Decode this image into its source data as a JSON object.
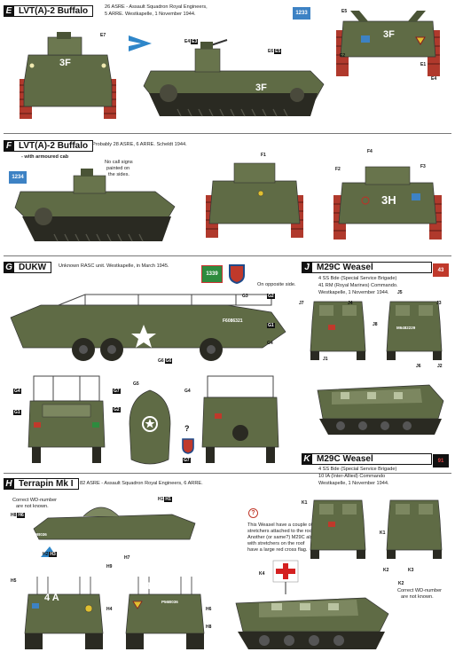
{
  "colors": {
    "olive": "#5f6b45",
    "olive_dark": "#424b2e",
    "olive_light": "#7c8760",
    "track": "#2a2a22",
    "track_red": "#b0392c",
    "badge_blue": "#3d82c4",
    "callout": "#111111"
  },
  "sections": {
    "e": {
      "letter": "E",
      "title": "LVT(A)-2 Buffalo",
      "caption1": "26 ASRE - Assault Squadron Royal Engineers,",
      "caption2": "5 ARRE. Westkapelle, 1 November 1944.",
      "hull_code": "3F",
      "sign": "1233",
      "callouts": {
        "e7": "E7",
        "e4": "E4",
        "e3": "E3",
        "e6": "E6",
        "e5": "E5",
        "e2": "E2",
        "e1": "E1",
        "ea": "E4"
      }
    },
    "f": {
      "letter": "F",
      "title": "LVT(A)-2 Buffalo",
      "caption1": "Probably 28 ASRE, 6 ARRE. Scheldt 1944.",
      "subtitle": "- with armoured cab",
      "note1": "No call signs",
      "note2": "painted on",
      "note3": "the sides.",
      "hull_code": "3H",
      "sign": "1234",
      "callouts": {
        "f1": "F1",
        "f2": "F2",
        "f3": "F3",
        "f4": "F4"
      }
    },
    "g": {
      "letter": "G",
      "title": "DUKW",
      "caption1": "Unknown RASC unit. Westkapelle, in March 1945.",
      "sign": "1339",
      "note": "On opposite side.",
      "serial": "F6086321",
      "callouts": {
        "g1": "G1",
        "g2": "G2",
        "g3": "G3",
        "g4": "G4",
        "g5": "G5",
        "g6": "G6",
        "g7": "G7",
        "q": "?"
      }
    },
    "j": {
      "letter": "J",
      "title": "M29C Weasel",
      "caption1": "4 SS Bde (Special Service Brigade)",
      "caption2": "41 RM (Royal Marines) Commando.",
      "caption3": "Westkapelle, 1 November 1944.",
      "sign": "43",
      "serial": "M6482229",
      "callouts": {
        "j1": "J1",
        "j2": "J2",
        "j3": "J3",
        "j4": "J4",
        "j5": "J5",
        "j6": "J6",
        "j7": "J7",
        "j8": "J8"
      }
    },
    "h": {
      "letter": "H",
      "title": "Terrapin Mk I",
      "caption1": "82 ASRE - Assault Squadron Royal Engineers, 6 ARRE.",
      "note1": "Correct WD-number",
      "note2": "are not known.",
      "hull_code": "4 A",
      "serial": "P56B036",
      "callouts": {
        "h1": "H1",
        "h2": "H2",
        "h3": "H3",
        "h4": "H4",
        "h5": "H5",
        "h6": "H6",
        "h7": "H7",
        "h8": "H8",
        "h9": "H9"
      }
    },
    "k": {
      "letter": "K",
      "title": "M29C Weasel",
      "caption1": "4 SS Bde (Special Service Brigade)",
      "caption2": "10 IA (Inter-Allied) Commando",
      "caption3": "Westkapelle, 1 November 1944.",
      "sign": "91",
      "note1": "This Weasel have a couple of",
      "note2": "stretchers attached to the roof.",
      "note3": "Another (or same?) M29C also",
      "note4": "with stretchers on the roof",
      "note5": "have a large red cross flag.",
      "note6": "Correct WD-number",
      "note7": "are not known.",
      "callouts": {
        "k1": "K1",
        "k2": "K2",
        "k3": "K3",
        "k4": "K4"
      }
    }
  }
}
